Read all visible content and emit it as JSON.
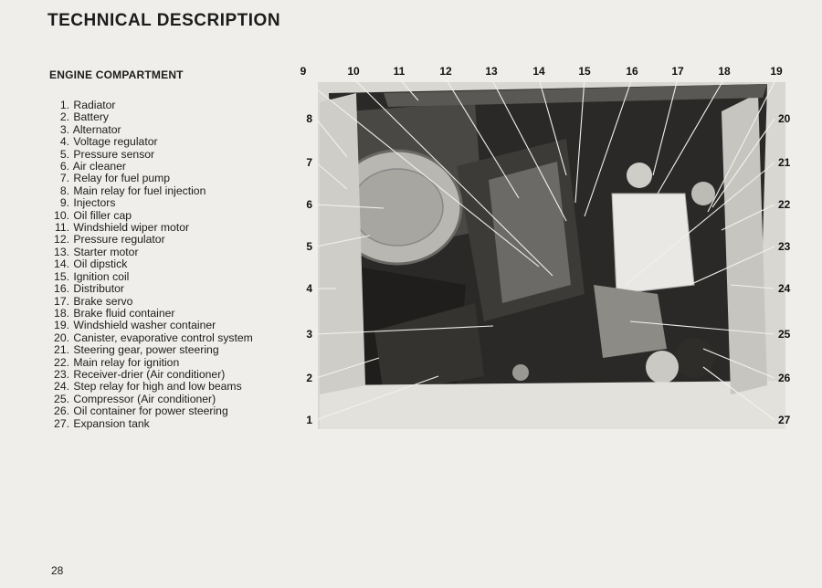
{
  "page": {
    "title": "TECHNICAL DESCRIPTION",
    "section": "ENGINE COMPARTMENT",
    "page_number": "28"
  },
  "parts": [
    {
      "num": "1.",
      "label": "Radiator"
    },
    {
      "num": "2.",
      "label": "Battery"
    },
    {
      "num": "3.",
      "label": "Alternator"
    },
    {
      "num": "4.",
      "label": "Voltage regulator"
    },
    {
      "num": "5.",
      "label": "Pressure sensor"
    },
    {
      "num": "6.",
      "label": "Air cleaner"
    },
    {
      "num": "7.",
      "label": "Relay for fuel pump"
    },
    {
      "num": "8.",
      "label": "Main relay for fuel injection"
    },
    {
      "num": "9.",
      "label": "Injectors"
    },
    {
      "num": "10.",
      "label": "Oil filler cap"
    },
    {
      "num": "11.",
      "label": "Windshield wiper motor"
    },
    {
      "num": "12.",
      "label": "Pressure regulator"
    },
    {
      "num": "13.",
      "label": "Starter motor"
    },
    {
      "num": "14.",
      "label": "Oil dipstick"
    },
    {
      "num": "15.",
      "label": "Ignition coil"
    },
    {
      "num": "16.",
      "label": "Distributor"
    },
    {
      "num": "17.",
      "label": "Brake servo"
    },
    {
      "num": "18.",
      "label": "Brake fluid container"
    },
    {
      "num": "19.",
      "label": "Windshield washer container"
    },
    {
      "num": "20.",
      "label": "Canister, evaporative control system"
    },
    {
      "num": "21.",
      "label": "Steering gear, power steering"
    },
    {
      "num": "22.",
      "label": "Main relay for ignition"
    },
    {
      "num": "23.",
      "label": "Receiver-drier (Air conditioner)"
    },
    {
      "num": "24.",
      "label": "Step relay for high and low beams"
    },
    {
      "num": "25.",
      "label": "Compressor (Air conditioner)"
    },
    {
      "num": "26.",
      "label": "Oil container for power steering"
    },
    {
      "num": "27.",
      "label": "Expansion tank"
    }
  ],
  "callouts": {
    "top": [
      "9",
      "10",
      "11",
      "12",
      "13",
      "14",
      "15",
      "16",
      "17",
      "18",
      "19"
    ],
    "left": [
      "8",
      "7",
      "6",
      "5",
      "4",
      "3",
      "2",
      "1"
    ],
    "right": [
      "20",
      "21",
      "22",
      "23",
      "24",
      "25",
      "26",
      "27"
    ]
  }
}
